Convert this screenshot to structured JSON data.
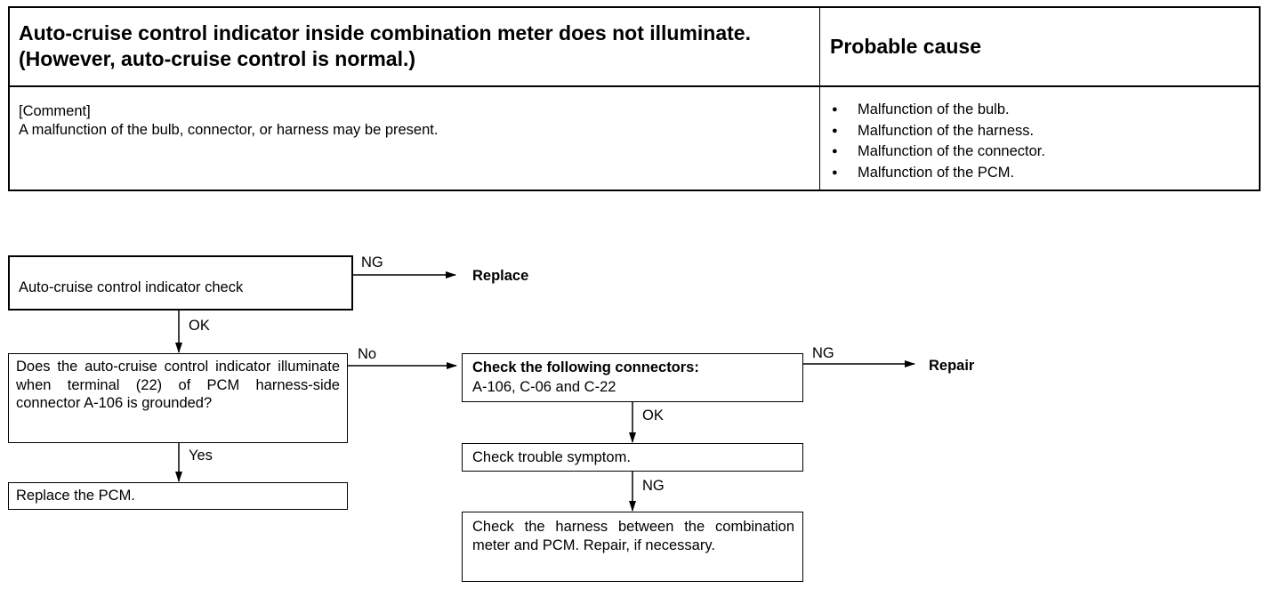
{
  "header": {
    "title": "Auto-cruise control indicator inside combination meter does not illuminate. (However, auto-cruise control is normal.)",
    "cause_heading": "Probable cause",
    "comment_label": "[Comment]",
    "comment_text": "A malfunction of the bulb, connector, or harness may be present.",
    "causes": [
      "Malfunction of the bulb.",
      "Malfunction of the harness.",
      "Malfunction of the connector.",
      "Malfunction of the PCM."
    ]
  },
  "flow": {
    "step1": "Auto-cruise control indicator check",
    "step1_ng": "NG",
    "step1_ng_action": "Replace",
    "step1_ok": "OK",
    "step2": "Does the auto-cruise control indicator illuminate when terminal (22) of PCM harness-side connector A-106 is grounded?",
    "step2_no": "No",
    "step2_yes": "Yes",
    "step2_yes_action": "Replace the PCM.",
    "connectors_title": "Check the following connectors:",
    "connectors_list": "A-106, C-06 and C-22",
    "connectors_ng": "NG",
    "connectors_ng_action": "Repair",
    "connectors_ok": "OK",
    "trouble": "Check trouble symptom.",
    "trouble_ng": "NG",
    "harness": "Check the harness between the combination meter and PCM. Repair, if necessary."
  }
}
